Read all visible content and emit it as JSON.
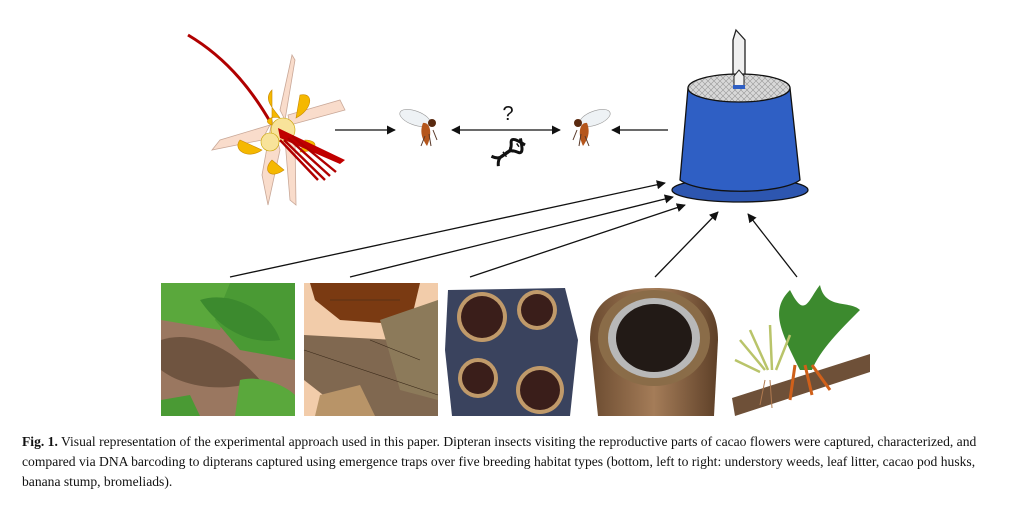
{
  "figure": {
    "question_mark": "?",
    "icons": {
      "flower": "cacao-flower-icon",
      "insect_left": "dipteran-insect-icon",
      "insect_right": "dipteran-insect-icon",
      "dna": "dna-helix-icon",
      "trap": "emergence-trap-icon"
    },
    "habitats": [
      {
        "name": "understory weeds"
      },
      {
        "name": "leaf litter"
      },
      {
        "name": "cacao pod husks"
      },
      {
        "name": "banana stump"
      },
      {
        "name": "bromeliads"
      }
    ],
    "colors": {
      "trap_blue": "#2f5fc4",
      "flower_red": "#c00000",
      "flower_yellow": "#f5b800",
      "petal_pink": "#f9dccb",
      "leaf_green": "#4caf3a",
      "husk_dark": "#38405a",
      "stump_brown": "#7a5a3c"
    }
  },
  "caption": {
    "label": "Fig. 1.",
    "text": " Visual representation of the experimental approach used in this paper. Dipteran insects visiting the reproductive parts of cacao flowers were captured, characterized, and compared via DNA barcoding to dipterans captured using emergence traps over five breeding habitat types (bottom, left to right: understory weeds, leaf litter, cacao pod husks, banana stump, bromeliads)."
  }
}
